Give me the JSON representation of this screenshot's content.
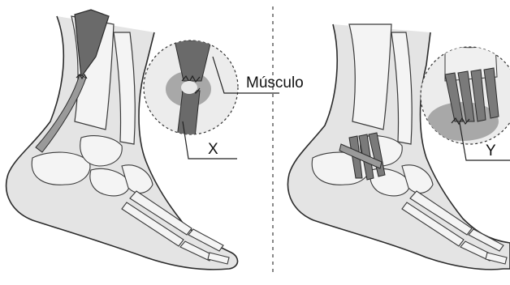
{
  "labels": {
    "muscle": "Músculo",
    "x": "X",
    "y": "Y"
  },
  "colors": {
    "outline": "#2b2b2b",
    "skin": "#d9d9d9",
    "bone": "#f2f2f2",
    "bone_shadow": "#bdbdbd",
    "muscle": "#6a6a6a",
    "tendon": "#8c8c8c",
    "zoom_fill": "#e6e6e6",
    "divider": "#555555"
  }
}
